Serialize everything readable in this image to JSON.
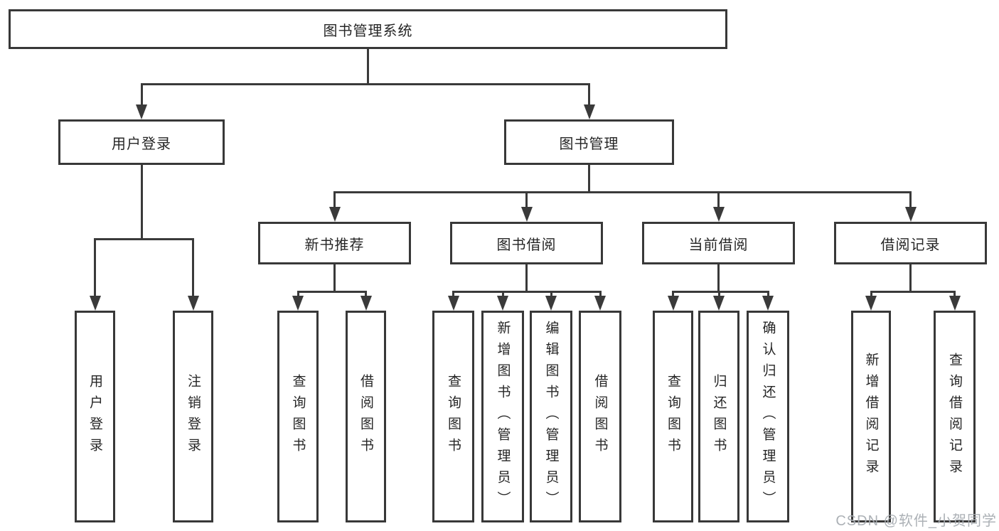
{
  "diagram": {
    "root": {
      "label": "图书管理系统"
    },
    "branches": [
      {
        "label": "用户登录",
        "children": [
          {
            "label": "用户登录"
          },
          {
            "label": "注销登录"
          }
        ]
      },
      {
        "label": "图书管理",
        "children": [
          {
            "label": "新书推荐",
            "children": [
              {
                "label": "查询图书"
              },
              {
                "label": "借阅图书"
              }
            ]
          },
          {
            "label": "图书借阅",
            "children": [
              {
                "label": "查询图书"
              },
              {
                "label": "新增图书（管理员）"
              },
              {
                "label": "编辑图书（管理员）"
              },
              {
                "label": "借阅图书"
              }
            ]
          },
          {
            "label": "当前借阅",
            "children": [
              {
                "label": "查询图书"
              },
              {
                "label": "归还图书"
              },
              {
                "label": "确认归还（管理员）"
              }
            ]
          },
          {
            "label": "借阅记录",
            "children": [
              {
                "label": "新增借阅记录"
              },
              {
                "label": "查询借阅记录"
              }
            ]
          }
        ]
      }
    ]
  },
  "watermark": {
    "text": "CSDN @软件_小贺同学"
  },
  "colors": {
    "line": "#3a3a3a",
    "box_border": "#383838",
    "text": "#262626",
    "watermark": "#a8adb2",
    "background": "#ffffff"
  }
}
